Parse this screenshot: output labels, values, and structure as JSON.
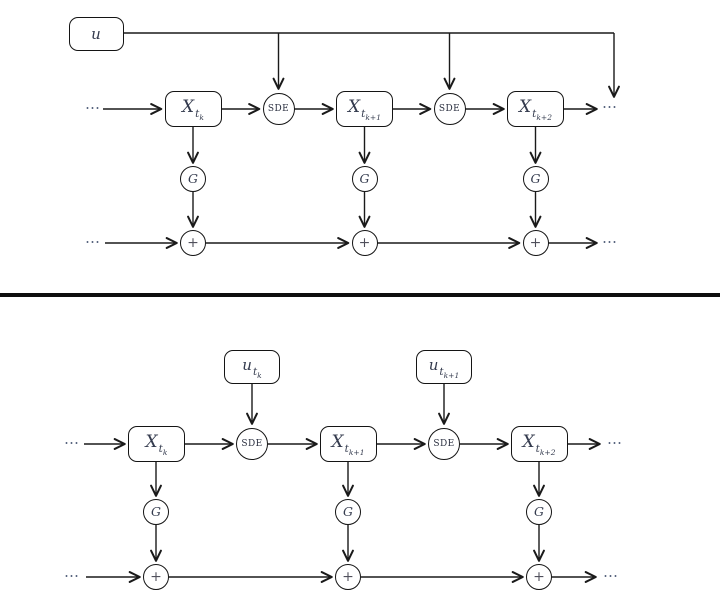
{
  "figure": {
    "top": {
      "u": {
        "main": "u",
        "sub": "",
        "subsub": ""
      },
      "x_k": {
        "main": "X",
        "sub": "t",
        "subsub": "k"
      },
      "x_k1": {
        "main": "X",
        "sub": "t",
        "subsub": "k+1"
      },
      "x_k2": {
        "main": "X",
        "sub": "t",
        "subsub": "k+2"
      },
      "sde1": "SDE",
      "sde2": "SDE",
      "g1": "G",
      "g2": "G",
      "g3": "G",
      "plus1": "+",
      "plus2": "+",
      "plus3": "+",
      "dots": {
        "main_left": "⋯",
        "main_right": "⋯",
        "sum_left": "⋯",
        "sum_right": "⋯"
      }
    },
    "bottom": {
      "u_k": {
        "main": "u",
        "sub": "t",
        "subsub": "k"
      },
      "u_k1": {
        "main": "u",
        "sub": "t",
        "subsub": "k+1"
      },
      "x_k": {
        "main": "X",
        "sub": "t",
        "subsub": "k"
      },
      "x_k1": {
        "main": "X",
        "sub": "t",
        "subsub": "k+1"
      },
      "x_k2": {
        "main": "X",
        "sub": "t",
        "subsub": "k+2"
      },
      "sde1": "SDE",
      "sde2": "SDE",
      "g1": "G",
      "g2": "G",
      "g3": "G",
      "plus1": "+",
      "plus2": "+",
      "plus3": "+",
      "dots": {
        "main_left": "⋯",
        "main_right": "⋯",
        "sum_left": "⋯",
        "sum_right": "⋯"
      }
    }
  }
}
